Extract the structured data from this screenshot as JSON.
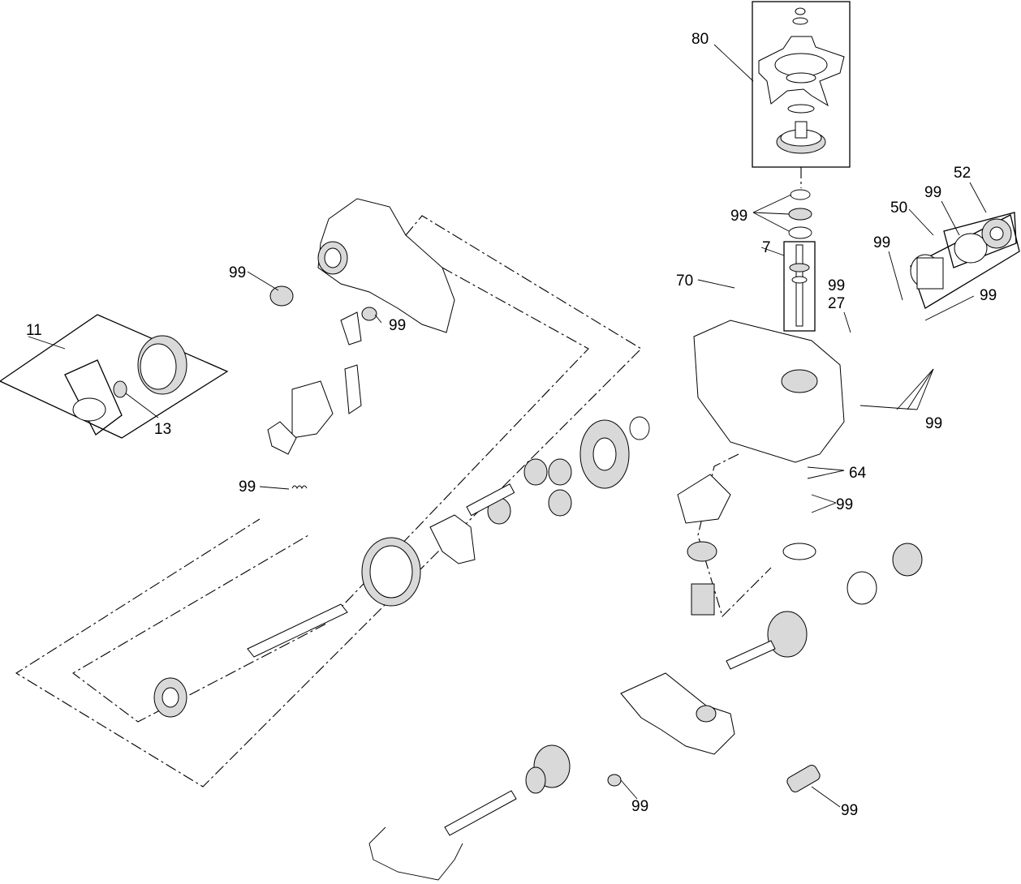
{
  "callouts": [
    {
      "id": "c80",
      "label": "80"
    },
    {
      "id": "c99a",
      "label": "99"
    },
    {
      "id": "c52",
      "label": "52"
    },
    {
      "id": "c99b",
      "label": "99"
    },
    {
      "id": "c50",
      "label": "50"
    },
    {
      "id": "c99c",
      "label": "99"
    },
    {
      "id": "c7",
      "label": "7"
    },
    {
      "id": "c70",
      "label": "70"
    },
    {
      "id": "c99d",
      "label": "99"
    },
    {
      "id": "c27",
      "label": "27"
    },
    {
      "id": "c99e",
      "label": "99"
    },
    {
      "id": "c99f",
      "label": "99"
    },
    {
      "id": "c11",
      "label": "11"
    },
    {
      "id": "c99g",
      "label": "99"
    },
    {
      "id": "c13",
      "label": "13"
    },
    {
      "id": "c99h",
      "label": "99"
    },
    {
      "id": "c99i",
      "label": "99"
    },
    {
      "id": "c64",
      "label": "64"
    },
    {
      "id": "c99j",
      "label": "99"
    },
    {
      "id": "c99k",
      "label": "99"
    },
    {
      "id": "c99l",
      "label": "99"
    },
    {
      "id": "c99m",
      "label": "99"
    }
  ]
}
